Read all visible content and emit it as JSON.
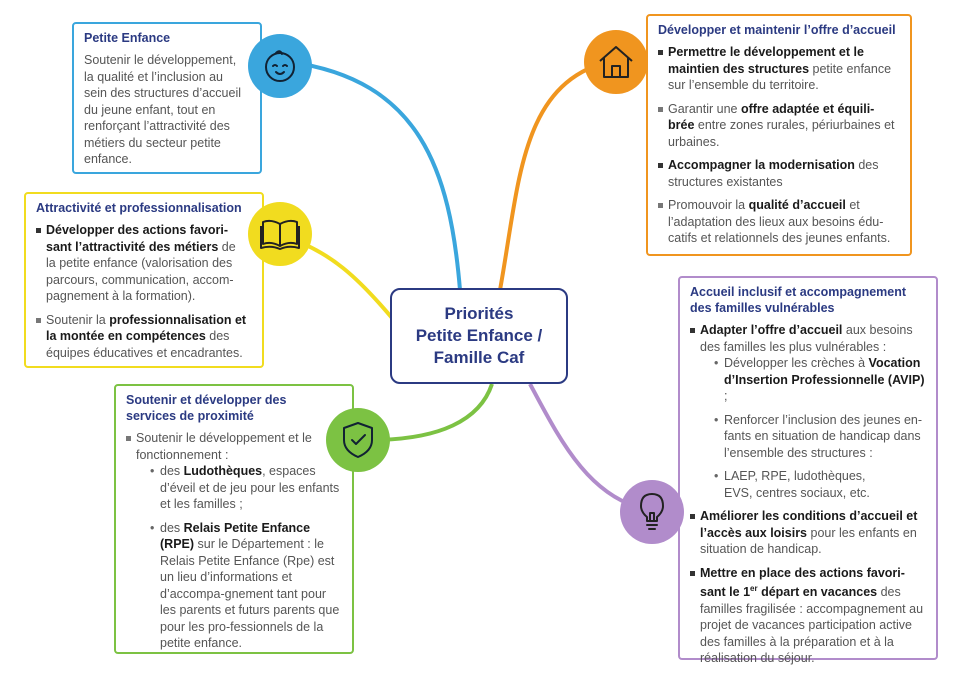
{
  "center": {
    "line1": "Priorités",
    "line2": "Petite Enfance /",
    "line3": "Famille Caf"
  },
  "colors": {
    "blue": "#3aa6dd",
    "yellow": "#f1dc1f",
    "green": "#7cc243",
    "orange": "#f0951f",
    "purple": "#b18ccb",
    "navy": "#2b3a82"
  },
  "icons": {
    "petite_enfance": "baby-face-icon",
    "attractivite": "open-book-icon",
    "proximite": "shield-check-icon",
    "offre": "house-icon",
    "inclusif": "lightbulb-icon"
  },
  "petite_enfance": {
    "title": "Petite Enfance",
    "text": "Soutenir le développement, la qualité et l’inclusion au sein des structures d’accueil du jeune enfant, tout en renforçant l’attractivité des métiers du secteur petite enfance."
  },
  "attractivite": {
    "title": "Attractivité et professionnalisation",
    "item1_bold": "Développer des actions favori-sant l’attractivité des métiers",
    "item1_text": " de la petite enfance (valorisation des parcours, communication, accom-pagnement à la formation).",
    "item2_pre": "Soutenir la ",
    "item2_bold": "professionnalisation et la montée en compétences",
    "item2_text": " des équipes éducatives et encadrantes."
  },
  "proximite": {
    "title": "Soutenir et développer des services de proximité",
    "item1": "Soutenir le développement et le fonctionnement :",
    "sub1_pre": "des ",
    "sub1_bold": "Ludothèques",
    "sub1_text": ", espaces d’éveil et de jeu pour les enfants et les familles ;",
    "sub2_pre": "des ",
    "sub2_bold": "Relais Petite Enfance (RPE)",
    "sub2_text": " sur le Département : le Relais Petite Enfance (Rpe) est un lieu d’informations et d’accompa-gnement tant pour les parents et futurs parents que pour les pro-fessionnels de la petite enfance."
  },
  "offre": {
    "title": "Développer et maintenir l’offre d’accueil",
    "item1_bold": "Permettre le développement et le maintien des structures",
    "item1_text": " petite enfance sur l’ensemble du territoire.",
    "item2_pre": "Garantir une ",
    "item2_bold": "offre adaptée et équili-brée",
    "item2_text": " entre zones rurales, périurbaines et urbaines.",
    "item3_bold": "Accompagner la modernisation",
    "item3_text": " des structures existantes",
    "item4_pre": "Promouvoir la ",
    "item4_bold": "qualité d’accueil",
    "item4_text": " et l’adaptation des lieux aux besoins édu-catifs et relationnels des jeunes enfants."
  },
  "inclusif": {
    "title": "Accueil inclusif et accompagnement des familles vulnérables",
    "item1_bold": "Adapter l’offre d’accueil",
    "item1_text": " aux besoins des familles les plus vulnérables :",
    "sub1_pre": "Développer les crèches à ",
    "sub1_bold": "Vocation d’Insertion Professionnelle (AVIP)",
    "sub1_text": " ;",
    "sub2": "Renforcer l’inclusion des jeunes en-fants en situation de handicap dans l’ensemble des structures :",
    "sub3": "LAEP, RPE, ludothèques, EVS, centres sociaux, etc.",
    "item2_bold": "Améliorer les conditions d’accueil et l’accès aux loisirs",
    "item2_text": " pour les enfants en situation de handicap.",
    "item3_bold": "Mettre en place des actions favori-sant le 1",
    "item3_sup": "er",
    "item3_bold2": " départ en vacances",
    "item3_text": " des familles fragilisée : accompagnement au projet de vacances participation active des familles à la préparation et à la réalisation du séjour."
  }
}
